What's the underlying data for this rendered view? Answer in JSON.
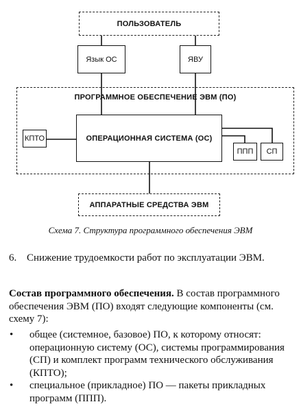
{
  "diagram": {
    "user": "ПОЛЬЗОВАТЕЛЬ",
    "os_lang": "Язык ОС",
    "yavu": "ЯВУ",
    "software_title": "ПРОГРАММНОЕ ОБЕСПЕЧЕНИЕ ЭВМ (ПО)",
    "kpto": "КПТО",
    "os": "ОПЕРАЦИОННАЯ СИСТЕМА (ОС)",
    "ppp": "ППП",
    "sp": "СП",
    "hardware": "АППАРАТНЫЕ СРЕДСТВА ЭВМ"
  },
  "caption": "Схема 7. Структура программного обеспечения ЭВМ",
  "item6": {
    "number": "6.",
    "text": "Снижение трудоемкости работ по эксплуатации ЭВМ."
  },
  "section": {
    "heading": "Состав программного обеспечения.",
    "text": " В состав программного обеспечения ЭВМ (ПО) входят следующие компоненты (см. схему 7):"
  },
  "bullets": [
    {
      "marker": "•",
      "text": "общее (системное, базовое) ПО, к которому относят: операционную систему (ОС), системы программирования (СП) и комплект программ технического обслуживания (КПТО);"
    },
    {
      "marker": "•",
      "text": "специальное (прикладное) ПО — пакеты прикладных программ (ППП)."
    }
  ]
}
